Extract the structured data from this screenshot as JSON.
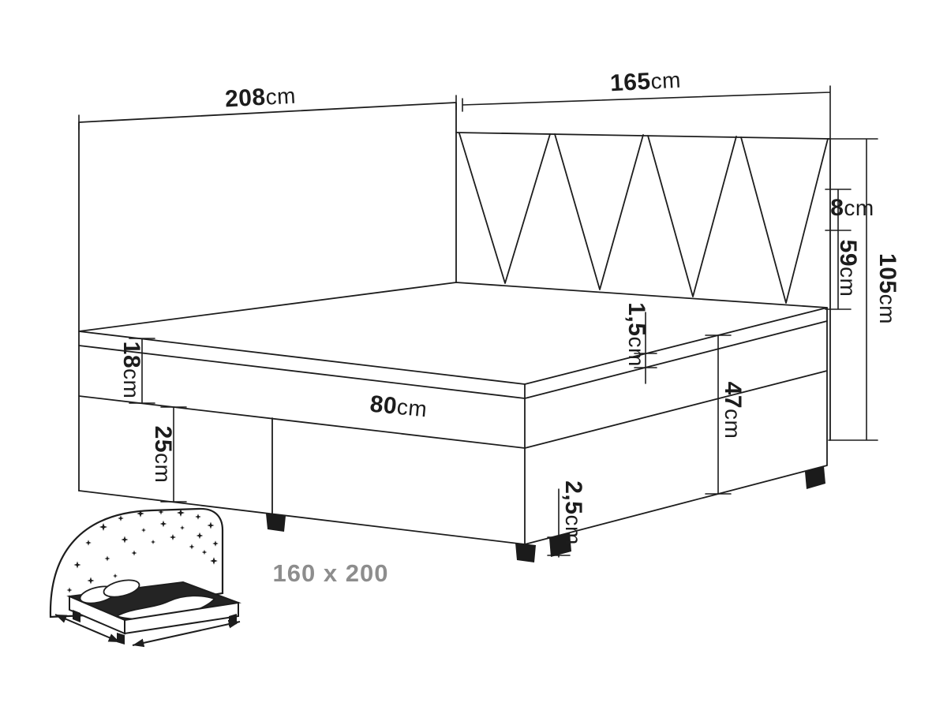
{
  "colors": {
    "background": "#ffffff",
    "line": "#1d1d1d",
    "muted_text": "#8d8d8d"
  },
  "dimensions": {
    "panel_length": {
      "value": "208",
      "unit": "cm"
    },
    "headboard_width": {
      "value": "165",
      "unit": "cm"
    },
    "headboard_top_thickness": {
      "value": "8",
      "unit": "cm"
    },
    "headboard_above_mattress": {
      "value": "59",
      "unit": "cm"
    },
    "headboard_total_height": {
      "value": "105",
      "unit": "cm"
    },
    "mattress_height": {
      "value": "18",
      "unit": "cm"
    },
    "drawer_box_height": {
      "value": "25",
      "unit": "cm"
    },
    "drawer_length": {
      "value": "80",
      "unit": "cm"
    },
    "topper_height": {
      "value": "1,5",
      "unit": "cm"
    },
    "side_height": {
      "value": "47",
      "unit": "cm"
    },
    "leg_clearance": {
      "value": "2,5",
      "unit": "cm"
    }
  },
  "footer": {
    "size_label": "160 x 200"
  }
}
